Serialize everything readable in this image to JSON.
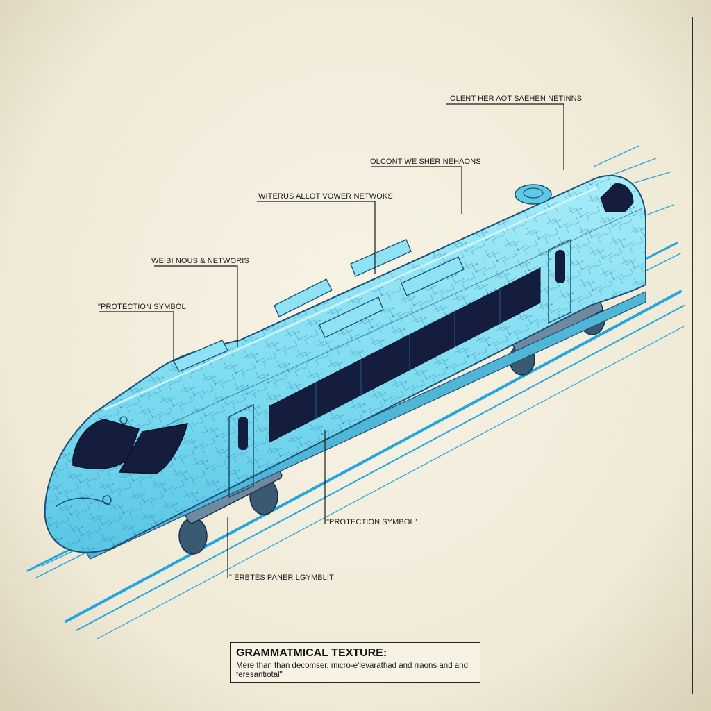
{
  "labels": {
    "top_right": "OLENT HER AOT SAEHEN NETINNS",
    "upper_mid": "OLCONT WE SHER NEHAONS",
    "mid": "WITERUS ALLOT VOWER NETWOKS",
    "left_mid": "WEIBI NOUS & NETWORIS",
    "left": "\"PROTECTION SYMBOL",
    "lower_right": "\"PROTECTION SYMBOL\"",
    "bottom": "\"IERBTES PANER LGYMBLIT"
  },
  "caption": {
    "title": "GRAMMATMICAL TEXTURE:",
    "body": "Mere than than decomser, micro-e'levarathad and rraons and and feresantiotal\""
  },
  "colors": {
    "paper": "#efe9d6",
    "train_body": "#7fdcf0",
    "train_outline": "#1b4e72",
    "windows": "#141d3e",
    "circuit": "#2a7fb3",
    "rails": "#22a6dd"
  },
  "icons": {
    "train": "high-speed-train-illustration",
    "fan": "roof-fan-icon"
  }
}
